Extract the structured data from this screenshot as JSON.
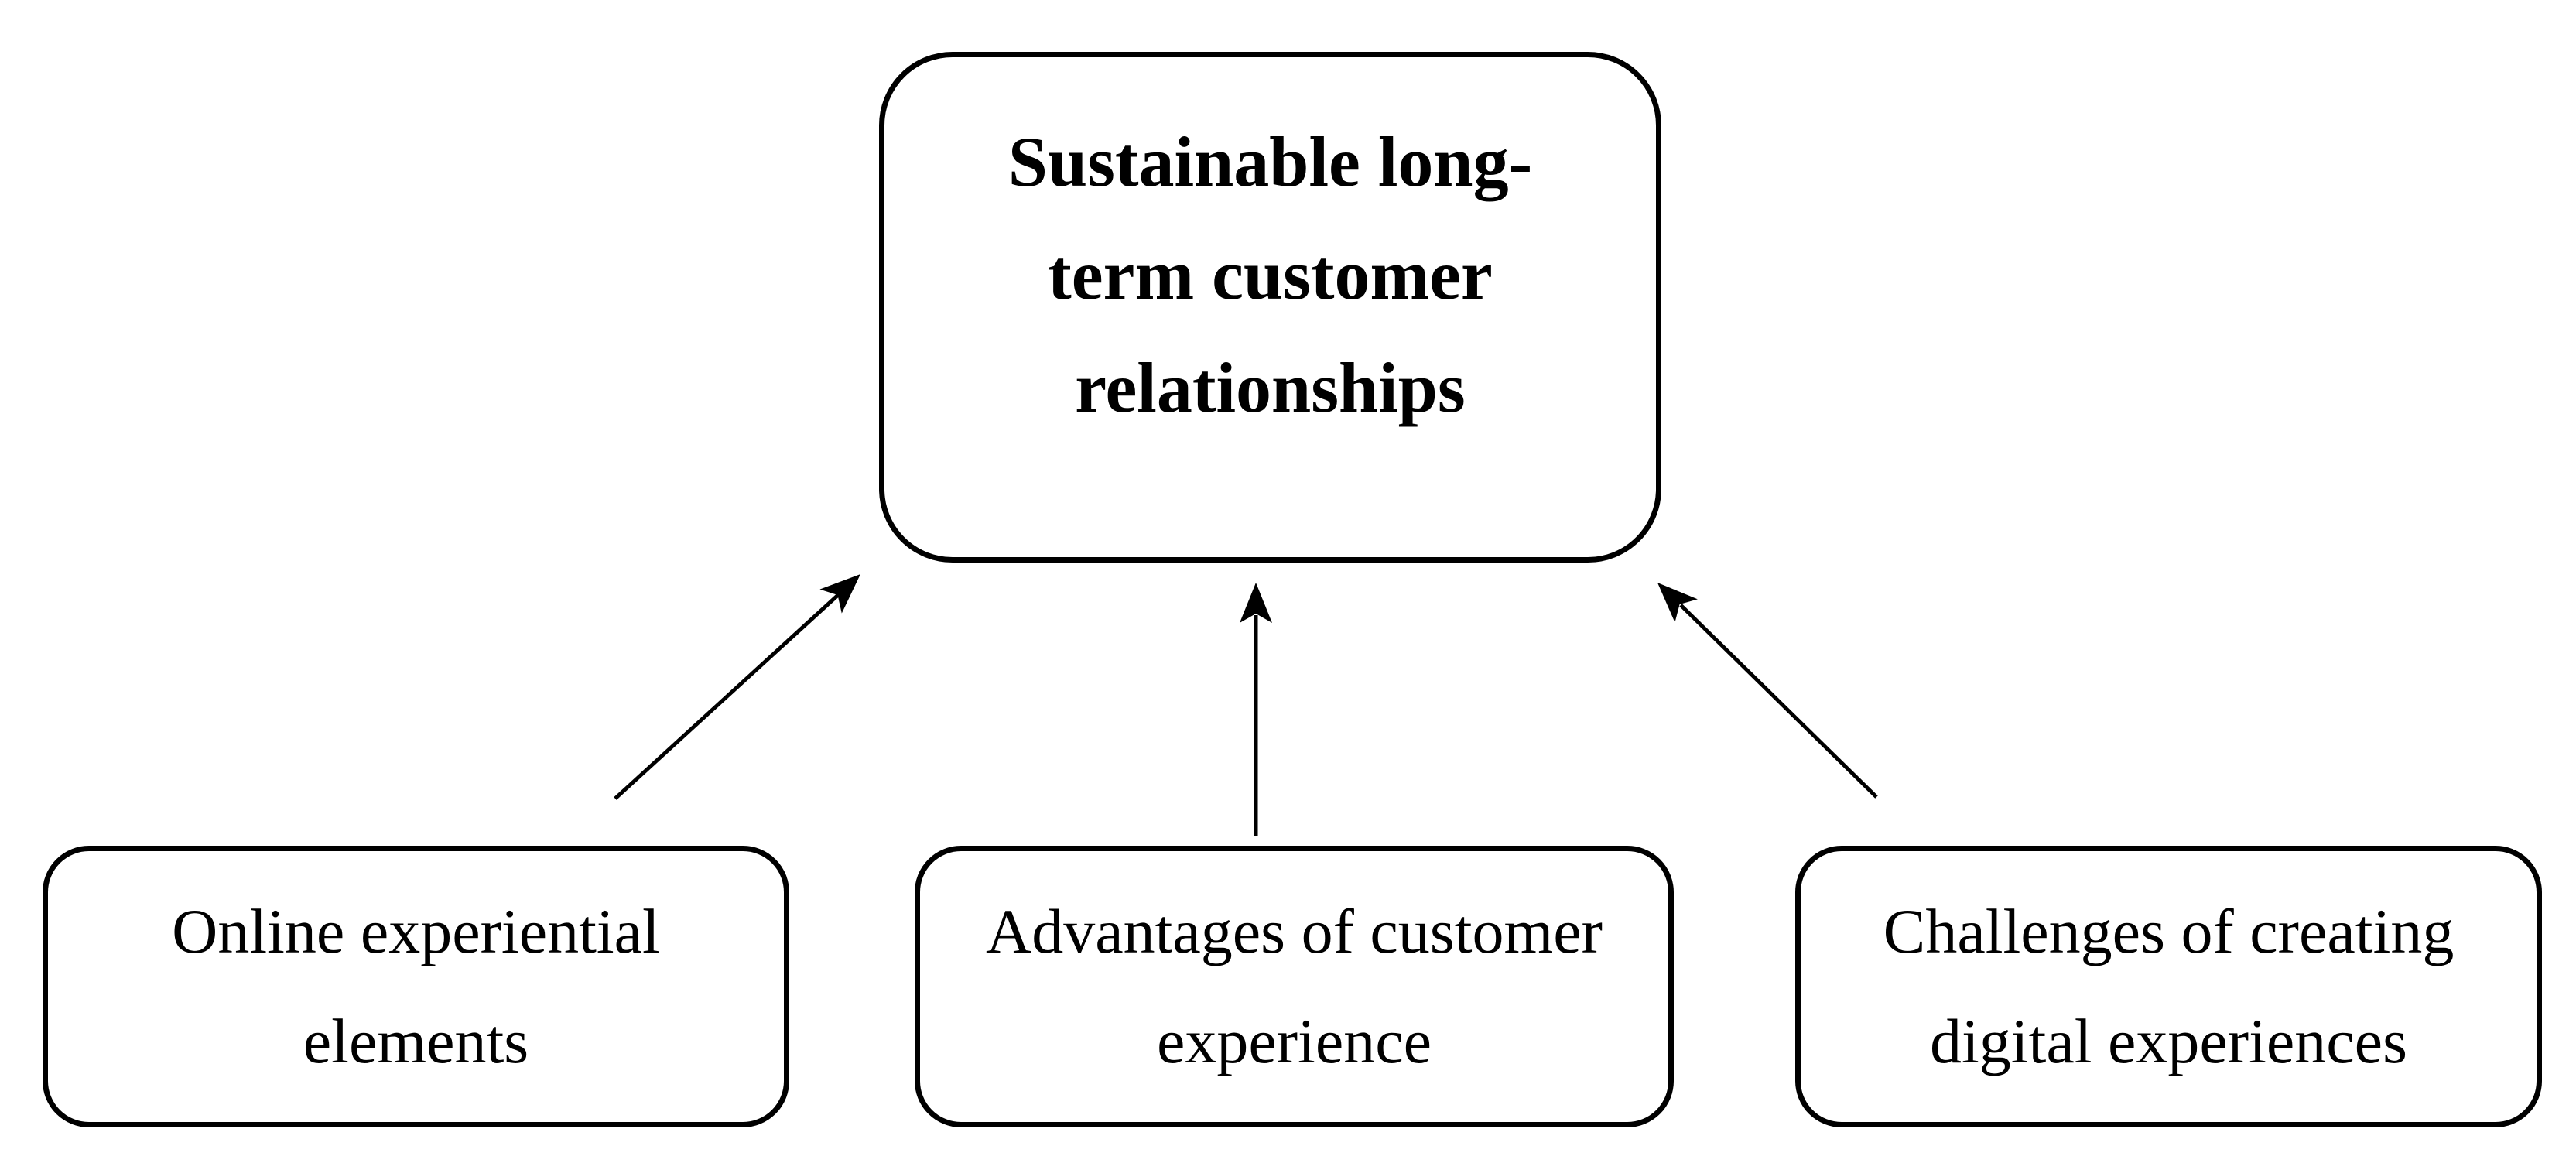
{
  "diagram": {
    "title_box": {
      "id": "sustainable-long-term-customer-relationships",
      "lines": [
        "Sustainable long-",
        "term customer",
        "relationships"
      ]
    },
    "factor_boxes": [
      {
        "id": "online-experiential-elements",
        "lines": [
          "Online experiential",
          "elements"
        ]
      },
      {
        "id": "advantages-of-customer-experience",
        "lines": [
          "Advantages of customer",
          "experience"
        ]
      },
      {
        "id": "challenges-of-creating-digital-experiences",
        "lines": [
          "Challenges of creating",
          "digital experiences"
        ]
      }
    ],
    "arrows": [
      {
        "from": "online-experiential-elements",
        "to": "sustainable-long-term-customer-relationships"
      },
      {
        "from": "advantages-of-customer-experience",
        "to": "sustainable-long-term-customer-relationships"
      },
      {
        "from": "challenges-of-creating-digital-experiences",
        "to": "sustainable-long-term-customer-relationships"
      }
    ],
    "colors": {
      "stroke": "#000000",
      "text": "#000000",
      "background": "#ffffff"
    }
  }
}
